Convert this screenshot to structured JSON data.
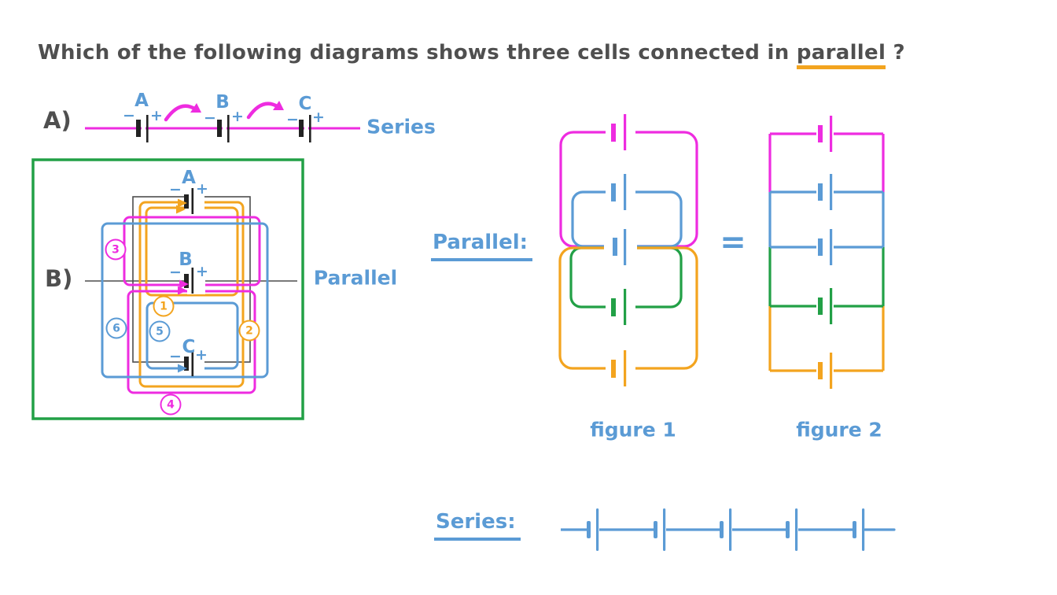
{
  "question": {
    "prefix": "Which of the following diagrams shows three cells connected in",
    "highlighted_word": "parallel",
    "suffix": " ?"
  },
  "option_a": {
    "label": "A)",
    "type_label": "Series",
    "cells": [
      {
        "name": "A",
        "minus": "−",
        "plus": "+"
      },
      {
        "name": "B",
        "minus": "−",
        "plus": "+"
      },
      {
        "name": "C",
        "minus": "−",
        "plus": "+"
      }
    ]
  },
  "option_b": {
    "label": "B)",
    "type_label": "Parallel",
    "cells": [
      {
        "name": "A",
        "minus": "−",
        "plus": "+"
      },
      {
        "name": "B",
        "minus": "−",
        "plus": "+"
      },
      {
        "name": "C",
        "minus": "−",
        "plus": "+"
      }
    ],
    "loop_badges": [
      "1",
      "2",
      "3",
      "4",
      "5",
      "6"
    ]
  },
  "equivalence": {
    "heading": "Parallel:",
    "equals_sign": "=",
    "figure1_caption": "figure 1",
    "figure2_caption": "figure 2",
    "figure_loop_colors": [
      "magenta",
      "blue",
      "green",
      "orange"
    ]
  },
  "series_row": {
    "heading": "Series:",
    "cell_count": 5
  },
  "colors": {
    "magenta": "#ee2ce0",
    "blue": "#5b9bd5",
    "orange": "#f3a41f",
    "green": "#22a046",
    "ink": "#4f4f4f",
    "wire_black": "#4d4d4d",
    "underline_orange": "#f3a41f"
  }
}
